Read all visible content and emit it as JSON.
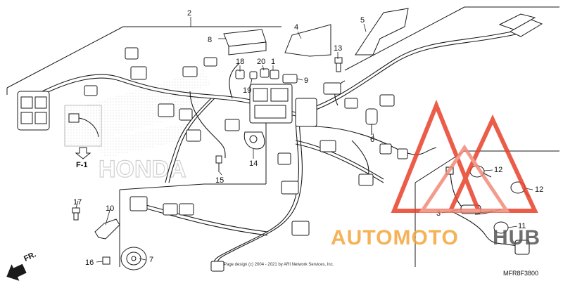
{
  "diagram": {
    "callouts": [
      "1",
      "2",
      "3",
      "4",
      "5",
      "6",
      "7",
      "8",
      "9",
      "10",
      "11",
      "12",
      "12",
      "13",
      "14",
      "15",
      "16",
      "17",
      "18",
      "19",
      "20"
    ],
    "front_label": "FR.",
    "view_label": "F-1",
    "brand_watermark": "HONDA",
    "part_code": "MFR8F3800",
    "copyright": "Page design (c) 2004 - 2021 by ARI Network Services, Inc.",
    "watermark": {
      "left": "AUTOMOTO",
      "right": "HUB"
    },
    "colors": {
      "line": "#1a1a1a",
      "watermark_orange": "#f4a53a",
      "watermark_red": "#e8412a",
      "watermark_gray": "#555555"
    }
  }
}
